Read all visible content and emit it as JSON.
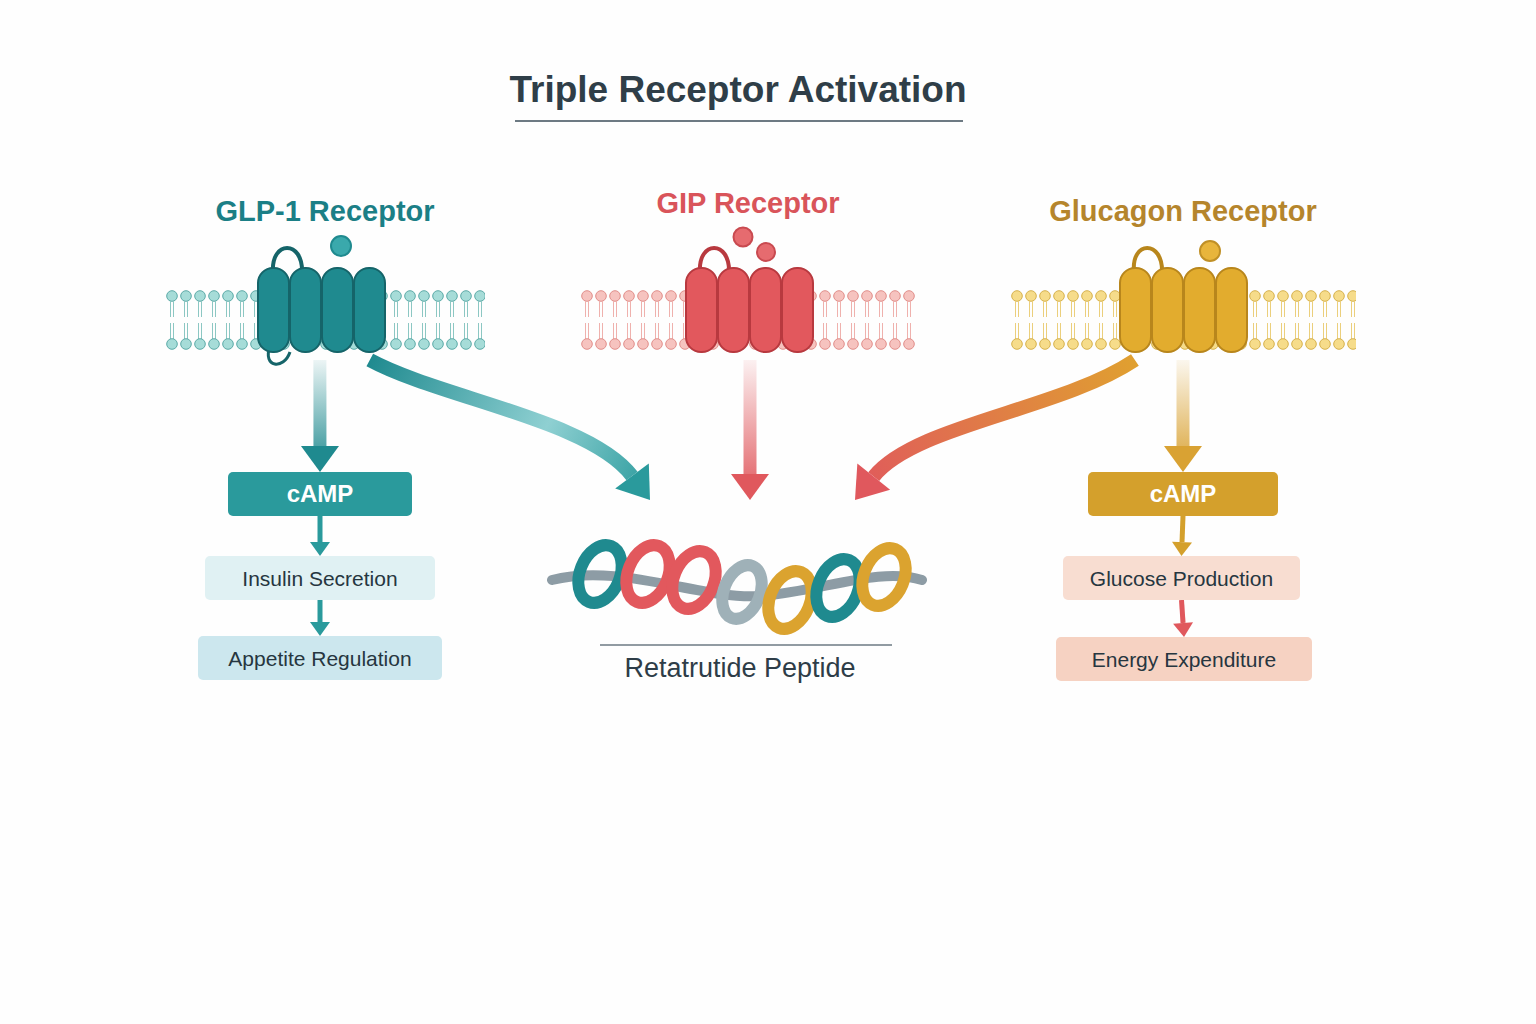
{
  "diagram": {
    "title": "Triple Receptor Activation",
    "nodes": [
      {
        "text": [
          "GLP-1 Receptor"
        ]
      },
      {
        "text": [
          "GIP Receptor"
        ]
      },
      {
        "text": [
          "Glucagon Receptor"
        ]
      },
      {
        "text": [
          "cAMP"
        ]
      },
      {
        "text": [
          "Insulin Secretion"
        ]
      },
      {
        "text": [
          "Appetite Regulation"
        ]
      },
      {
        "text": [
          "Retatrutide Peptide"
        ]
      },
      {
        "text": [
          "cAMP"
        ]
      },
      {
        "text": [
          "Glucose Production"
        ]
      },
      {
        "text": [
          "Energy Expenditure"
        ]
      }
    ],
    "edges": [
      {
        "from": 0,
        "to": 3,
        "arrow": "to"
      },
      {
        "from": 3,
        "to": 4,
        "arrow": "to"
      },
      {
        "from": 4,
        "to": 5,
        "arrow": "to"
      },
      {
        "from": 0,
        "to": 6,
        "arrow": "to"
      },
      {
        "from": 1,
        "to": 6,
        "arrow": "to"
      },
      {
        "from": 2,
        "to": 6,
        "arrow": "to"
      },
      {
        "from": 2,
        "to": 7,
        "arrow": "to"
      },
      {
        "from": 7,
        "to": 8,
        "arrow": "to"
      },
      {
        "from": 8,
        "to": 9,
        "arrow": "to"
      }
    ]
  }
}
